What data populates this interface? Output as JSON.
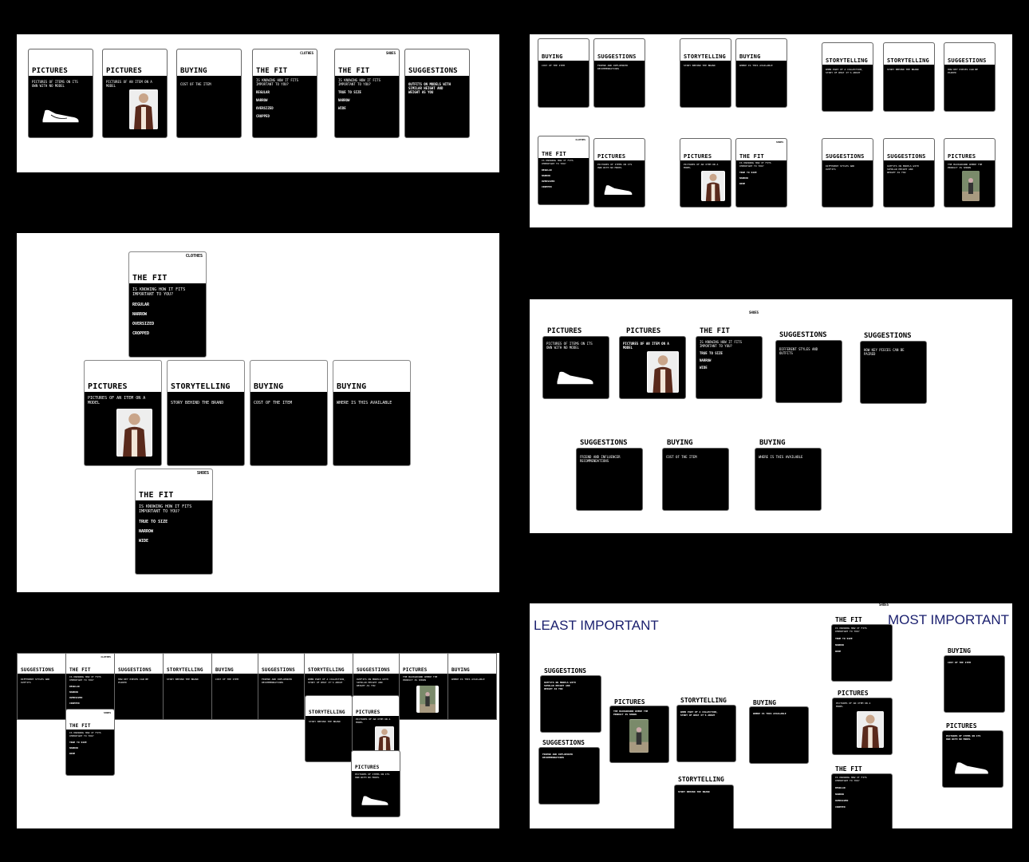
{
  "labels": {
    "pictures": "PICTURES",
    "buying": "BUYING",
    "the_fit": "THE FIT",
    "suggestions": "SUGGESTIONS",
    "storytelling": "STORYTELLING",
    "clothes": "CLOTHES",
    "shoes": "SHOES"
  },
  "desc": {
    "pictures_no_model": "PICTURES OF ITEMS ON ITS\nOWN WITH NO MODEL",
    "pictures_model": "PICTURES OF AN ITEM ON A\nMODEL",
    "pictures_background": "THE BACKGROUND WHERE THE\nPRODUCT IS SHOWN",
    "buying_cost": "COST OF THE ITEM",
    "buying_where": "WHERE IS THIS AVAILABLE",
    "fit_question": "IS KNOWING HOW IT FITS\nIMPORTANT TO YOU?",
    "fit_clothes_options": [
      "REGULAR",
      "NARROW",
      "OVERSIZED",
      "CROPPED"
    ],
    "fit_shoes_options": [
      "TRUE TO SIZE",
      "NARROW",
      "WIDE"
    ],
    "suggestions_outfits": "OUTFITS ON MODELS WITH\nSIMILAR HEIGHT AND\nWEIGHT AS YOU",
    "suggestions_friends": "FRIEND AND INFLUENCER\nRECOMMENDATIONS",
    "suggestions_styles": "DIFFERENT STYLES AND\nOUTFITS",
    "suggestions_paired": "HOW KEY PIECES CAN BE\nPAIRED",
    "story_brand": "STORY BEHIND THE BRAND",
    "story_collection": "WHEN PART OF A COLLECTION,\nSTORY OF WHAT IT'S ABOUT"
  },
  "headings": {
    "least_important": "LEAST IMPORTANT",
    "most_important": "MOST IMPORTANT"
  },
  "colors": {
    "canvas": "#000000",
    "board": "#ffffff",
    "card_body": "#000000",
    "card_header": "#ffffff",
    "heading": "#1a1f6e"
  },
  "icons": [
    "sneaker-icon",
    "model-photo",
    "forest-photo"
  ]
}
